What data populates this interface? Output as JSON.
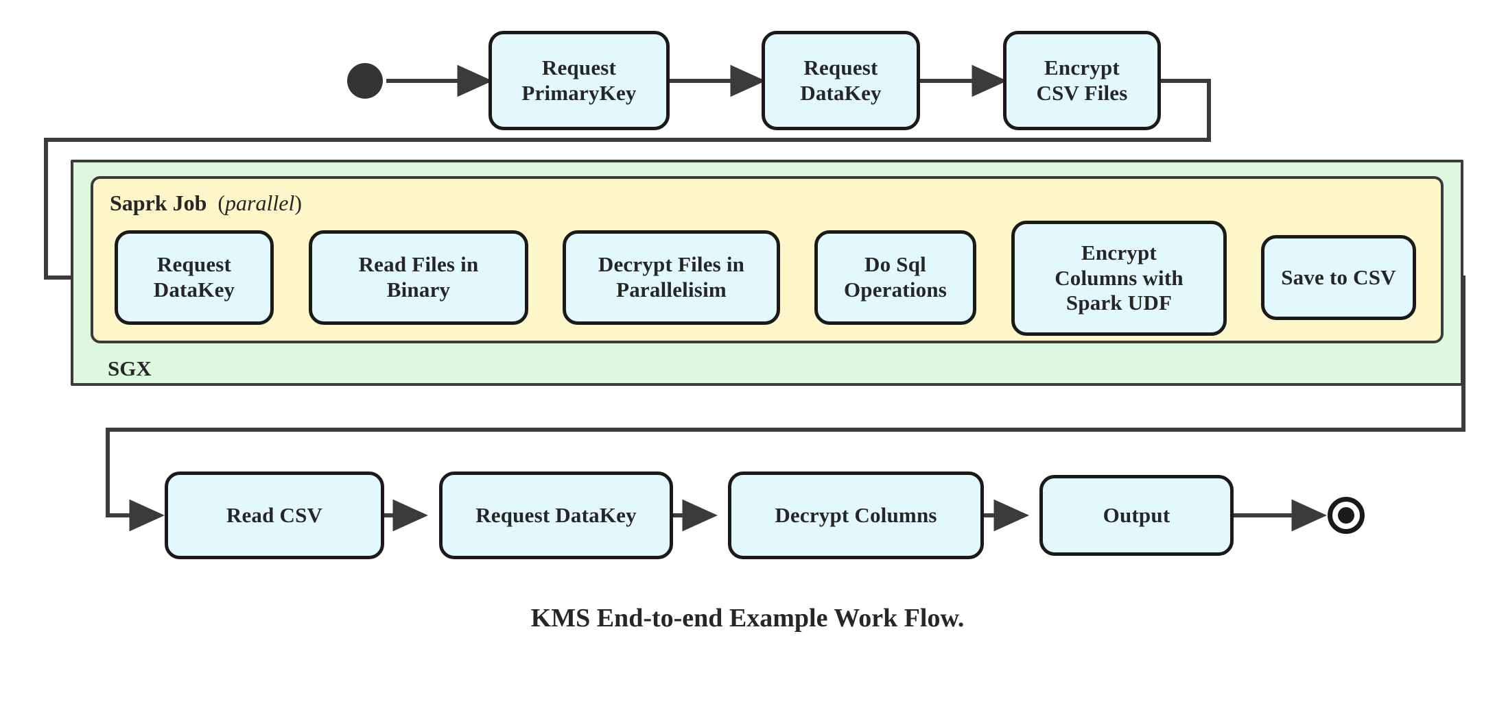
{
  "diagram": {
    "caption": "KMS End-to-end Example Work Flow.",
    "start_marker": "filled-circle-start",
    "end_marker": "bullseye-end",
    "colors": {
      "node_fill": "#e3f8fd",
      "node_border": "#1a1a1a",
      "sgx_fill": "#ddf8df",
      "spark_fill": "#fcf6c8",
      "group_border": "#3b3b3b",
      "wire": "#3b3b3b",
      "text": "#262626",
      "page_background": "#ffffff"
    },
    "groups": {
      "sgx": {
        "label": "SGX"
      },
      "spark": {
        "label": "Saprk Job",
        "modifier_open": "(",
        "modifier": "parallel",
        "modifier_close": ")"
      }
    },
    "rows": {
      "top": {
        "name": "request-and-encrypt-row",
        "nodes": [
          {
            "id": "request-primarykey",
            "label": "Request\nPrimaryKey"
          },
          {
            "id": "request-datakey-top",
            "label": "Request\nDataKey"
          },
          {
            "id": "encrypt-csv-files",
            "label": "Encrypt\nCSV Files"
          }
        ]
      },
      "middle": {
        "name": "spark-job-row",
        "nodes": [
          {
            "id": "request-datakey-spark",
            "label": "Request\nDataKey"
          },
          {
            "id": "read-files-in-binary",
            "label": "Read Files in\nBinary"
          },
          {
            "id": "decrypt-files-in-parallelisim",
            "label": "Decrypt Files in\nParallelisim"
          },
          {
            "id": "do-sql-operations",
            "label": "Do Sql\nOperations"
          },
          {
            "id": "encrypt-columns-with-spark-udf",
            "label": "Encrypt\nColumns with\nSpark UDF"
          },
          {
            "id": "save-to-csv",
            "label": "Save to CSV"
          }
        ]
      },
      "bottom": {
        "name": "read-and-output-row",
        "nodes": [
          {
            "id": "read-csv",
            "label": "Read CSV"
          },
          {
            "id": "request-datakey-bottom",
            "label": "Request DataKey"
          },
          {
            "id": "decrypt-columns",
            "label": "Decrypt Columns"
          },
          {
            "id": "output",
            "label": "Output"
          }
        ]
      }
    },
    "edges": [
      {
        "from": "start",
        "to": "request-primarykey",
        "kind": "straight-arrow"
      },
      {
        "from": "request-primarykey",
        "to": "request-datakey-top",
        "kind": "straight-arrow"
      },
      {
        "from": "request-datakey-top",
        "to": "encrypt-csv-files",
        "kind": "straight-arrow"
      },
      {
        "from": "encrypt-csv-files",
        "to": "request-datakey-spark",
        "kind": "routed-loop-left"
      },
      {
        "from": "request-datakey-spark",
        "to": "read-files-in-binary",
        "kind": "straight-arrow"
      },
      {
        "from": "read-files-in-binary",
        "to": "decrypt-files-in-parallelisim",
        "kind": "straight-arrow"
      },
      {
        "from": "decrypt-files-in-parallelisim",
        "to": "do-sql-operations",
        "kind": "straight-arrow"
      },
      {
        "from": "do-sql-operations",
        "to": "encrypt-columns-with-spark-udf",
        "kind": "straight-arrow"
      },
      {
        "from": "encrypt-columns-with-spark-udf",
        "to": "save-to-csv",
        "kind": "straight-arrow"
      },
      {
        "from": "save-to-csv",
        "to": "read-csv",
        "kind": "routed-loop-right"
      },
      {
        "from": "read-csv",
        "to": "request-datakey-bottom",
        "kind": "straight-arrow"
      },
      {
        "from": "request-datakey-bottom",
        "to": "decrypt-columns",
        "kind": "straight-arrow"
      },
      {
        "from": "decrypt-columns",
        "to": "output",
        "kind": "straight-arrow"
      },
      {
        "from": "output",
        "to": "end",
        "kind": "straight-arrow"
      }
    ]
  }
}
